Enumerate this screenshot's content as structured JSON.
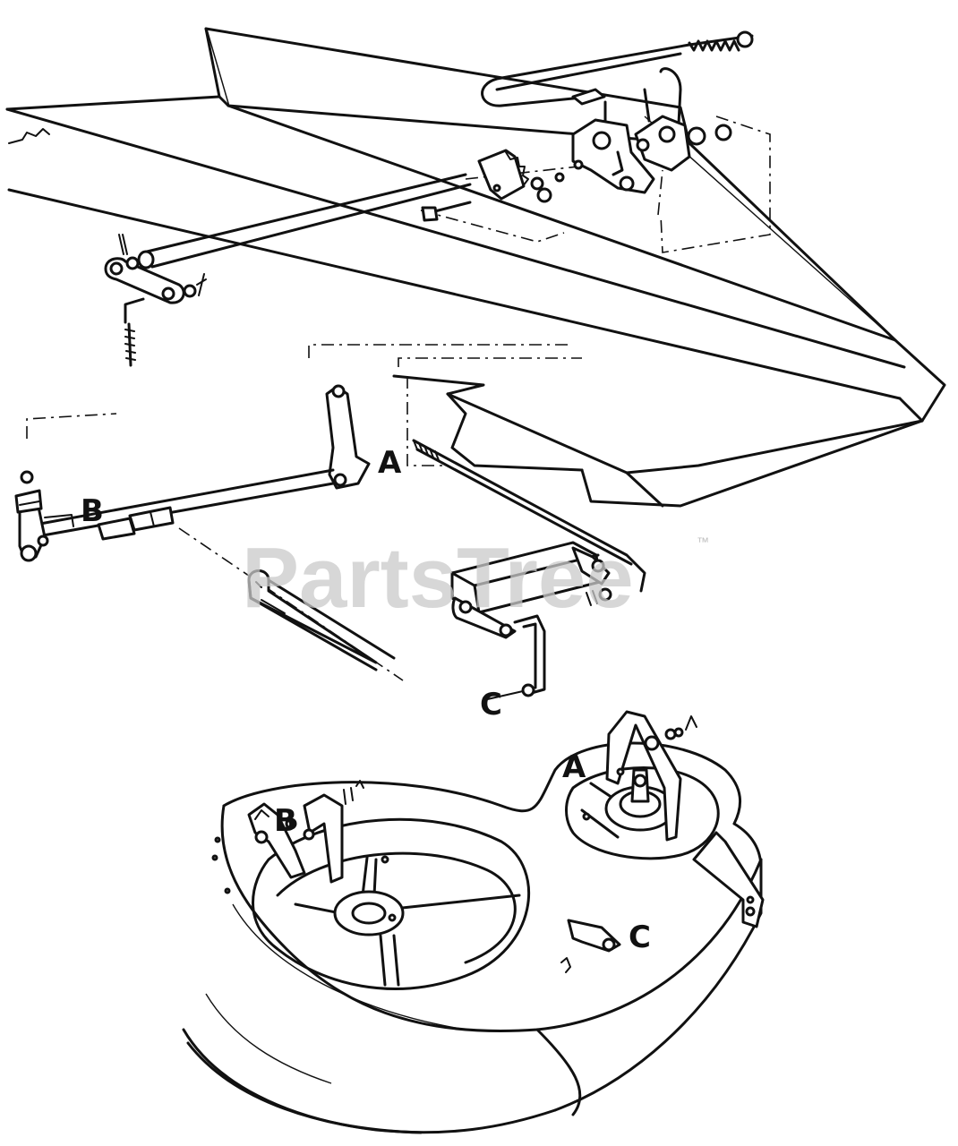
{
  "diagram": {
    "callouts_upper": [
      {
        "id": "A",
        "text": "A"
      },
      {
        "id": "B",
        "text": "B"
      },
      {
        "id": "C",
        "text": "C"
      }
    ],
    "callouts_lower": [
      {
        "id": "A",
        "text": "A"
      },
      {
        "id": "B",
        "text": "B"
      },
      {
        "id": "C",
        "text": "C"
      }
    ]
  },
  "watermark": {
    "text": "PartsTree",
    "mark": "™",
    "color": "#c9c9c9"
  },
  "colors": {
    "line": "#111111",
    "background": "#ffffff"
  }
}
